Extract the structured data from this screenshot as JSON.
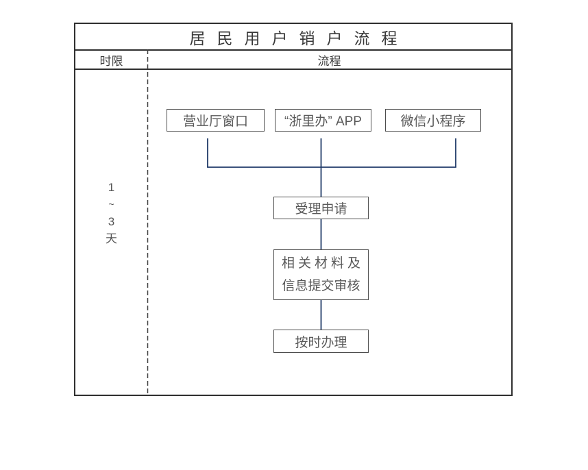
{
  "title": "居民用户销户流程",
  "header": {
    "time_column": "时限",
    "process_column": "流程"
  },
  "time_limit": {
    "chars": [
      "1",
      "~",
      "3",
      "天"
    ]
  },
  "flow": {
    "channels": [
      {
        "label": "营业厅窗口"
      },
      {
        "label": "“浙里办” APP"
      },
      {
        "label": "微信小程序"
      }
    ],
    "steps": [
      {
        "label": "受理申请"
      },
      {
        "line1": "相关材料及",
        "line2": "信息提交审核"
      },
      {
        "label": "按时办理"
      }
    ]
  },
  "colors": {
    "connector": "#1f3a68",
    "frame_border": "#2f2f2f",
    "box_border": "#4d4d4d",
    "box_text": "#595959",
    "title_text": "#383838"
  }
}
